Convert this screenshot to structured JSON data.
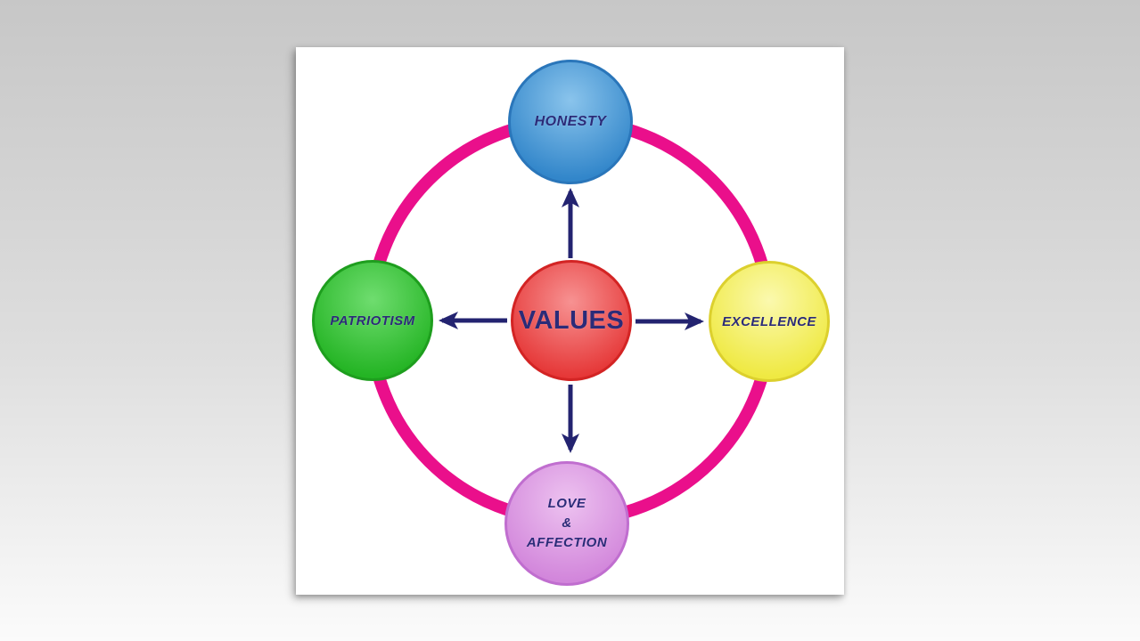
{
  "diagram": {
    "center": {
      "label": "VALUES"
    },
    "nodes": [
      {
        "label": "HONESTY",
        "position": "top"
      },
      {
        "label": "PATRIOTISM",
        "position": "left"
      },
      {
        "label": "EXCELLENCE",
        "position": "right"
      },
      {
        "position": "bottom",
        "lines": [
          "LOVE",
          "&",
          "AFFECTION"
        ]
      }
    ],
    "relations": "four arrows point outward from VALUES to each surrounding node"
  },
  "colors": {
    "bg-top": "#c7c7c7",
    "bg-mid": "#dedede",
    "bg-bottom": "#fbfbfb",
    "panel": "#ffffff",
    "ring": "#ea0f8b",
    "arrow": "#232370",
    "label": "#2b2b78",
    "honesty-light": "#8ac4ec",
    "honesty-main": "#3286ca",
    "honesty-rim": "#2a76ba",
    "patriotism-light": "#6fdd6f",
    "patriotism-main": "#24b424",
    "patriotism-rim": "#1e9e1e",
    "values-light": "#f79292",
    "values-main": "#e53535",
    "values-rim": "#d32424",
    "excellence-light": "#fbf9ae",
    "excellence-main": "#efe942",
    "excellence-rim": "#dcd02e",
    "love-light": "#edc2f0",
    "love-main": "#d286db",
    "love-rim": "#c06ecf"
  }
}
